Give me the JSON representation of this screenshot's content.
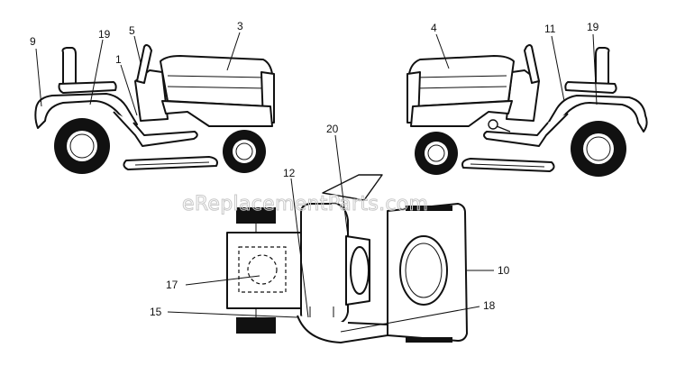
{
  "watermark": "eReplacementParts.com",
  "callouts": [
    {
      "id": "c9",
      "label": "9"
    },
    {
      "id": "c19a",
      "label": "19"
    },
    {
      "id": "c5",
      "label": "5"
    },
    {
      "id": "c3",
      "label": "3"
    },
    {
      "id": "c1",
      "label": "1"
    },
    {
      "id": "c4",
      "label": "4"
    },
    {
      "id": "c11",
      "label": "11"
    },
    {
      "id": "c19b",
      "label": "19"
    },
    {
      "id": "c20",
      "label": "20"
    },
    {
      "id": "c12",
      "label": "12"
    },
    {
      "id": "c10",
      "label": "10"
    },
    {
      "id": "c17",
      "label": "17"
    },
    {
      "id": "c15",
      "label": "15"
    },
    {
      "id": "c18",
      "label": "18"
    }
  ]
}
